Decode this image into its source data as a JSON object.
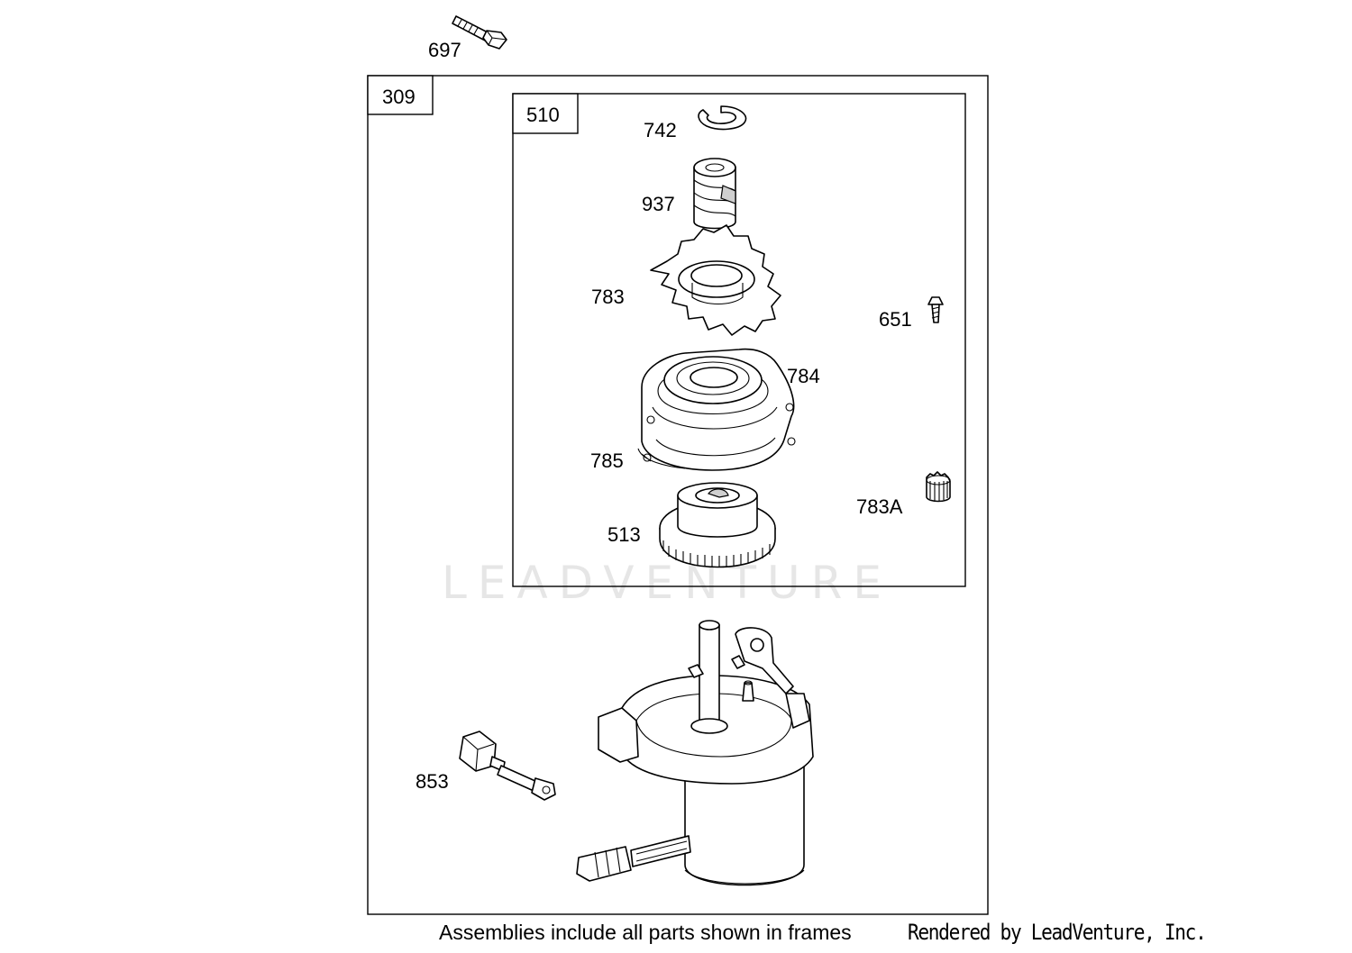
{
  "frames": [
    {
      "id": "309"
    },
    {
      "id": "510"
    }
  ],
  "parts": [
    {
      "ref": "697",
      "icon": "bolt-icon"
    },
    {
      "ref": "742",
      "icon": "retaining-ring-icon"
    },
    {
      "ref": "937",
      "icon": "drive-spring-icon"
    },
    {
      "ref": "783",
      "icon": "pinion-gear-icon"
    },
    {
      "ref": "651",
      "icon": "screw-icon"
    },
    {
      "ref": "784",
      "icon": "drive-housing-icon"
    },
    {
      "ref": "785",
      "icon": "gasket-icon"
    },
    {
      "ref": "783A",
      "icon": "small-gear-icon"
    },
    {
      "ref": "513",
      "icon": "clutch-gear-icon"
    },
    {
      "ref": "853",
      "icon": "wire-connector-icon"
    }
  ],
  "watermark": "LEADVENTURE",
  "footer": {
    "note": "Assemblies include all parts shown in frames",
    "credit": "Rendered by LeadVenture, Inc."
  }
}
